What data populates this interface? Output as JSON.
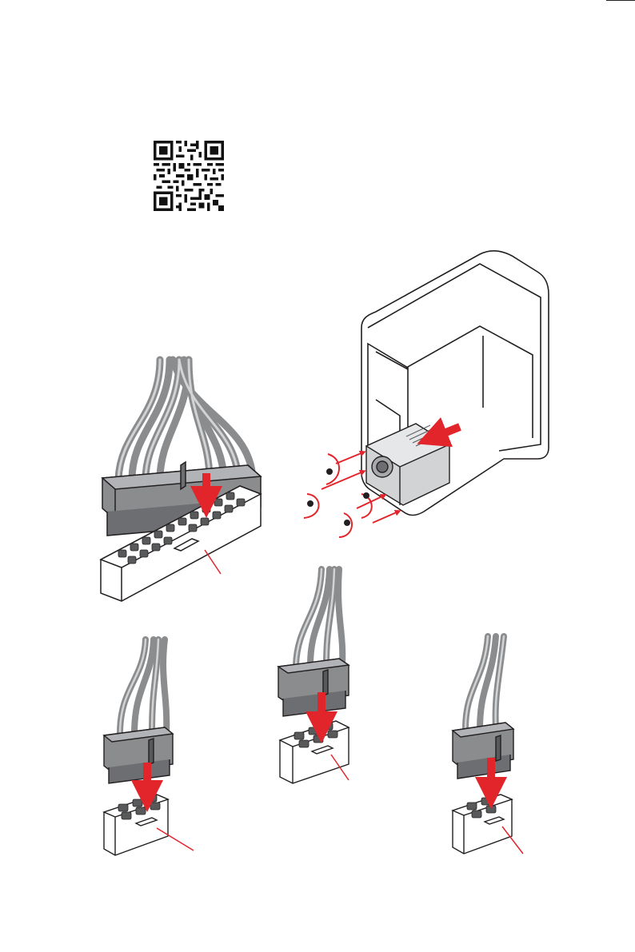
{
  "page": {
    "background": "#ffffff"
  },
  "colors": {
    "arrow": "#e2242b",
    "line": "#231f20",
    "plug": "#8a8c8e",
    "cable": "#a7a9ac",
    "case": "#ffffff"
  },
  "qr_code": {
    "icon": "qr-code-icon"
  },
  "figures": [
    {
      "name": "atx-24pin-connector-figure"
    },
    {
      "name": "psu-install-figure"
    },
    {
      "name": "cpu-8pin-connector-figure"
    },
    {
      "name": "cpu-8pin-connector-figure-2"
    },
    {
      "name": "pcie-6pin-connector-figure"
    }
  ]
}
